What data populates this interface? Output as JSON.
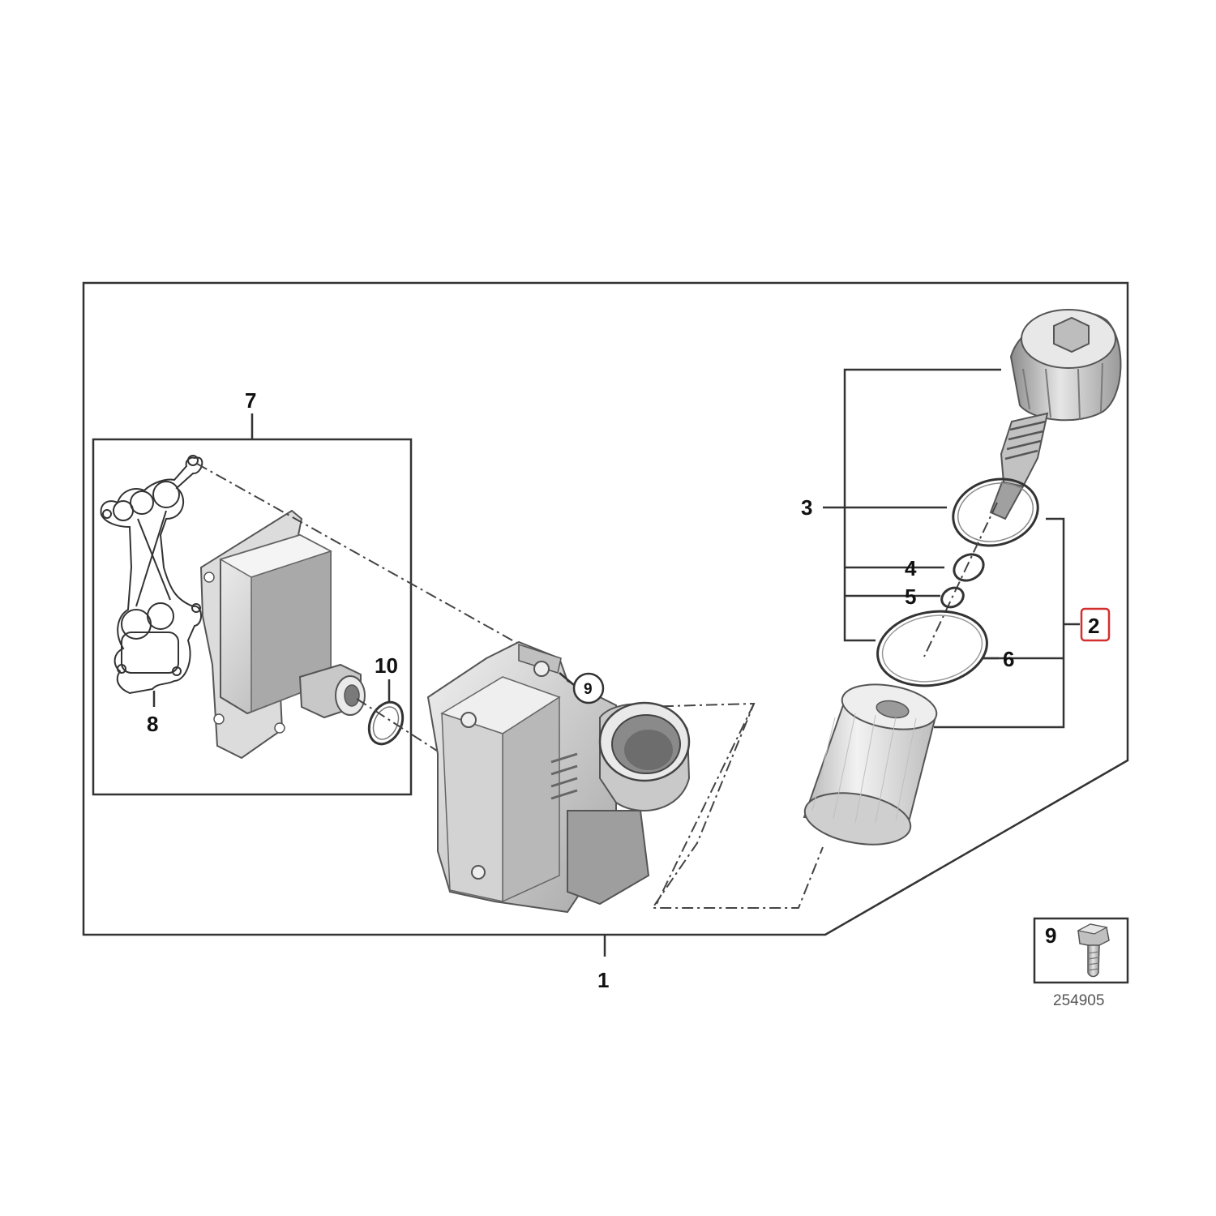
{
  "callouts": {
    "c1": "1",
    "c2": "2",
    "c3": "3",
    "c4": "4",
    "c5": "5",
    "c6": "6",
    "c7": "7",
    "c8": "8",
    "c9_circled": "9",
    "c10": "10"
  },
  "inset": {
    "label": "9",
    "catalog_number": "254905"
  },
  "colors": {
    "highlight_box": "#d32f2f",
    "part_fill_light": "#e4e4e4",
    "part_fill_mid": "#bdbdbd",
    "part_fill_dark": "#8a8a8a",
    "line": "#333333"
  }
}
